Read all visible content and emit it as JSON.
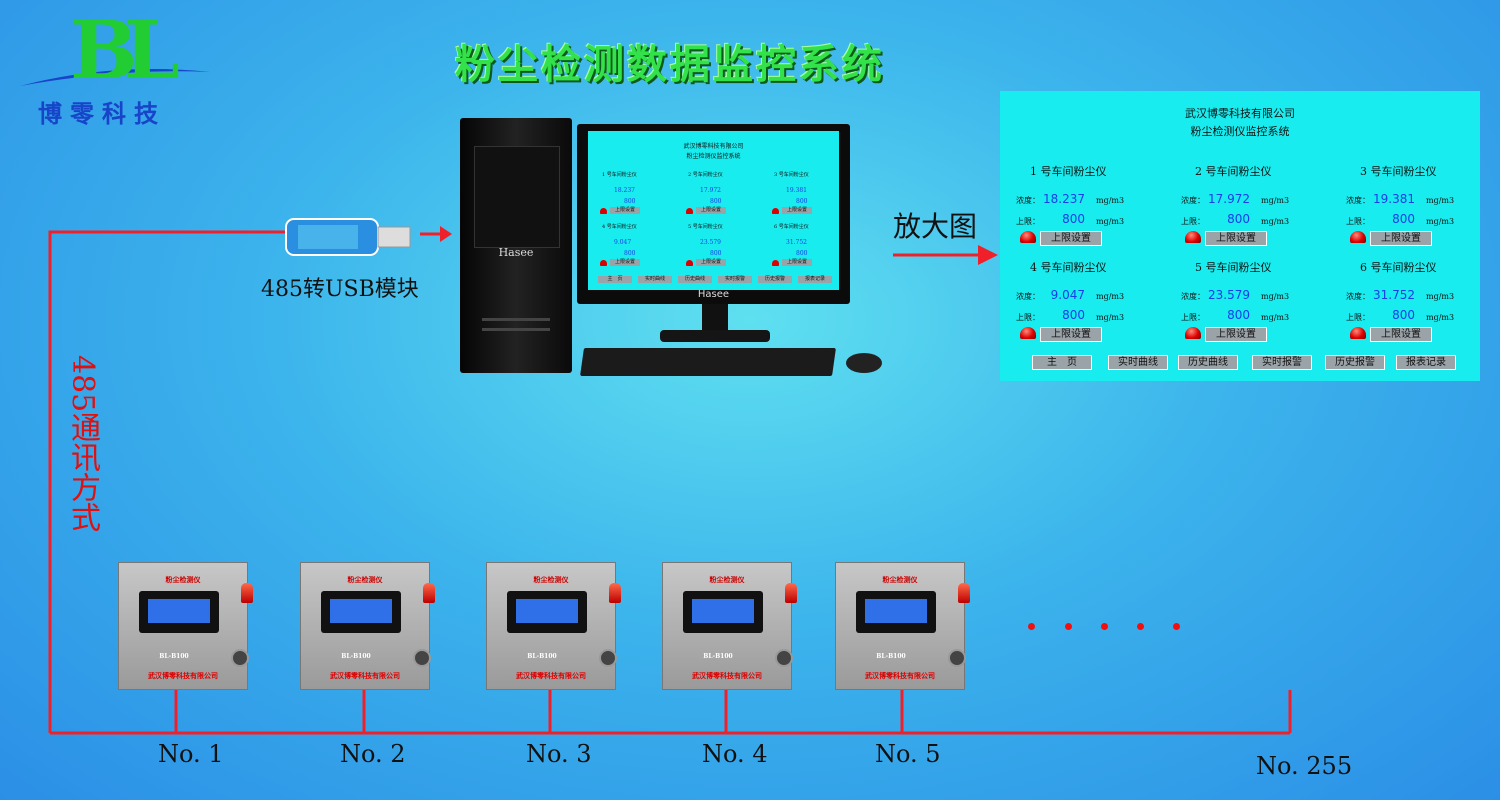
{
  "logo": {
    "letters": "BL",
    "company": "博零科技"
  },
  "title": "粉尘检测数据监控系统",
  "converter_label": "485转USB模块",
  "zoom_label": "放大图",
  "comm_label": "485通讯方式",
  "brand": "Hasee",
  "zoom_panel": {
    "company": "武汉博零科技有限公司",
    "system": "粉尘检测仪监控系统",
    "concentration_label": "浓度：",
    "limit_label": "上限：",
    "unit": "mg/m3",
    "set_button": "上限设置",
    "devices": [
      {
        "title": "1 号车间粉尘仪",
        "concentration": "18.237",
        "limit": "800"
      },
      {
        "title": "2 号车间粉尘仪",
        "concentration": "17.972",
        "limit": "800"
      },
      {
        "title": "3 号车间粉尘仪",
        "concentration": "19.381",
        "limit": "800"
      },
      {
        "title": "4 号车间粉尘仪",
        "concentration": "9.047",
        "limit": "800"
      },
      {
        "title": "5 号车间粉尘仪",
        "concentration": "23.579",
        "limit": "800"
      },
      {
        "title": "6 号车间粉尘仪",
        "concentration": "31.752",
        "limit": "800"
      }
    ],
    "nav": [
      "主　页",
      "实时曲线",
      "历史曲线",
      "实时报警",
      "历史报警",
      "报表记录"
    ]
  },
  "field_devices": {
    "header": "粉尘检测仪",
    "model": "BL-B100",
    "company": "武汉博零科技有限公司",
    "labels": [
      "No. 1",
      "No. 2",
      "No. 3",
      "No. 4",
      "No. 5"
    ],
    "last_label": "No. 255"
  },
  "colors": {
    "wire": "#f0202a",
    "panel": "#19ecee",
    "value": "#1a3ee8",
    "title": "#33e24a"
  }
}
